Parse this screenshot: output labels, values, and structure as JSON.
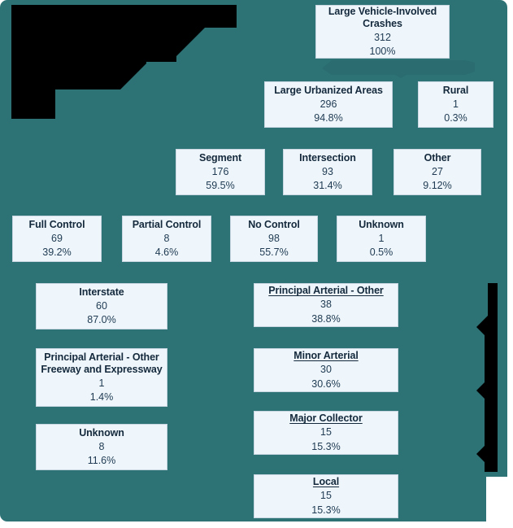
{
  "theme": {
    "background_teal": "#2d7376",
    "box_fill": "#eef6fb",
    "box_border": "#c7d6e0",
    "text_navy": "#14293c",
    "occlusion_black": "#000000"
  },
  "chart_data": {
    "type": "diagram",
    "title": "Large Vehicle-Involved Crashes",
    "diagram_kind": "flowchart-tree",
    "levels": [
      {
        "level": 1,
        "nodes": [
          {
            "title": "Large Vehicle-Involved Crashes",
            "count": "312",
            "pct": "100%",
            "underline": false
          }
        ]
      },
      {
        "level": 2,
        "nodes": [
          {
            "title": "Large Urbanized Areas",
            "count": "296",
            "pct": "94.8%",
            "underline": false
          },
          {
            "title": "Rural",
            "count": "1",
            "pct": "0.3%",
            "underline": false
          }
        ]
      },
      {
        "level": 3,
        "nodes": [
          {
            "title": "Segment",
            "count": "176",
            "pct": "59.5%",
            "underline": false
          },
          {
            "title": "Intersection",
            "count": "93",
            "pct": "31.4%",
            "underline": false
          },
          {
            "title": "Other",
            "count": "27",
            "pct": "9.12%",
            "underline": false
          }
        ]
      },
      {
        "level": 4,
        "nodes": [
          {
            "title": "Full Control",
            "count": "69",
            "pct": "39.2%",
            "underline": false
          },
          {
            "title": "Partial Control",
            "count": "8",
            "pct": "4.6%",
            "underline": false
          },
          {
            "title": "No Control",
            "count": "98",
            "pct": "55.7%",
            "underline": false
          },
          {
            "title": "Unknown",
            "count": "1",
            "pct": "0.5%",
            "underline": false
          }
        ]
      },
      {
        "level": 5,
        "column": "left",
        "nodes": [
          {
            "title": "Interstate",
            "count": "60",
            "pct": "87.0%",
            "underline": false
          },
          {
            "title": "Principal Arterial - Other\nFreeway and Expressway",
            "count": "1",
            "pct": "1.4%",
            "underline": false
          },
          {
            "title": "Unknown",
            "count": "8",
            "pct": "11.6%",
            "underline": false
          }
        ]
      },
      {
        "level": 5,
        "column": "right",
        "nodes": [
          {
            "title": "Principal Arterial - Other",
            "count": "38",
            "pct": "38.8%",
            "underline": true
          },
          {
            "title": "Minor Arterial",
            "count": "30",
            "pct": "30.6%",
            "underline": true
          },
          {
            "title": "Major Collector",
            "count": "15",
            "pct": "15.3%",
            "underline": true
          },
          {
            "title": "Local",
            "count": "15",
            "pct": "15.3%",
            "underline": true
          }
        ]
      }
    ]
  },
  "nodes": {
    "root": {
      "title": "Large Vehicle-Involved Crashes",
      "count": "312",
      "pct": "100%"
    },
    "urbanized": {
      "title": "Large Urbanized Areas",
      "count": "296",
      "pct": "94.8%"
    },
    "rural": {
      "title": "Rural",
      "count": "1",
      "pct": "0.3%"
    },
    "segment": {
      "title": "Segment",
      "count": "176",
      "pct": "59.5%"
    },
    "intersection": {
      "title": "Intersection",
      "count": "93",
      "pct": "31.4%"
    },
    "other": {
      "title": "Other",
      "count": "27",
      "pct": "9.12%"
    },
    "full_control": {
      "title": "Full Control",
      "count": "69",
      "pct": "39.2%"
    },
    "partial_control": {
      "title": "Partial Control",
      "count": "8",
      "pct": "4.6%"
    },
    "no_control": {
      "title": "No Control",
      "count": "98",
      "pct": "55.7%"
    },
    "unknown_ctrl": {
      "title": "Unknown",
      "count": "1",
      "pct": "0.5%"
    },
    "interstate": {
      "title": "Interstate",
      "count": "60",
      "pct": "87.0%"
    },
    "pa_freeway": {
      "title": "Principal Arterial - Other\nFreeway and Expressway",
      "count": "1",
      "pct": "1.4%"
    },
    "unknown_fc": {
      "title": "Unknown",
      "count": "8",
      "pct": "11.6%"
    },
    "pa_other": {
      "title": "Principal Arterial - Other",
      "count": "38",
      "pct": "38.8%"
    },
    "minor_arterial": {
      "title": "Minor Arterial",
      "count": "30",
      "pct": "30.6%"
    },
    "major_collector": {
      "title": "Major Collector",
      "count": "15",
      "pct": "15.3%"
    },
    "local": {
      "title": "Local",
      "count": "15",
      "pct": "15.3%"
    }
  }
}
